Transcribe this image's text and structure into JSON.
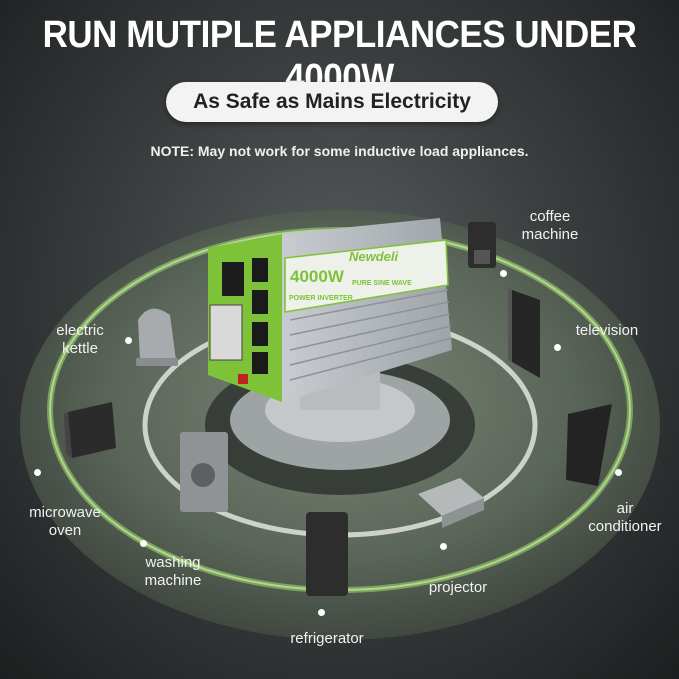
{
  "headline": "RUN MUTIPLE APPLIANCES UNDER 4000W",
  "subtitle": "As Safe as Mains Electricity",
  "note": "NOTE: May not work for some inductive load appliances.",
  "product": {
    "brand": "Newdeli",
    "rating": "4000W",
    "type_label": "POWER INVERTER",
    "wave_label": "PURE SINE WAVE"
  },
  "appliances": {
    "coffee_machine": [
      "coffee",
      "machine"
    ],
    "television": [
      "television"
    ],
    "electric_kettle": [
      "electric",
      "kettle"
    ],
    "microwave_oven": [
      "microwave",
      "oven"
    ],
    "air_conditioner": [
      "air",
      "conditioner"
    ],
    "washing_machine": [
      "washing",
      "machine"
    ],
    "projector": [
      "projector"
    ],
    "refrigerator": [
      "refrigerator"
    ]
  },
  "colors": {
    "accent_green": "#7ec23a",
    "ring_glow": "#9ee06a",
    "background": "#3c3f40"
  }
}
